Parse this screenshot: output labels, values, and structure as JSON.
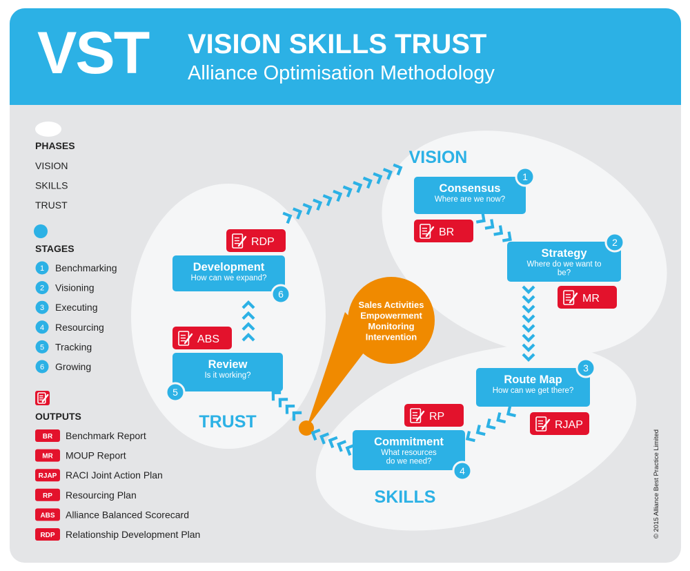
{
  "header": {
    "logo": "VST",
    "title": "VISION SKILLS TRUST",
    "subtitle": "Alliance Optimisation Methodology"
  },
  "legend": {
    "phases_heading": "PHASES",
    "phases": [
      "VISION",
      "SKILLS",
      "TRUST"
    ],
    "stages_heading": "STAGES",
    "stages": [
      {
        "num": "1",
        "label": "Benchmarking"
      },
      {
        "num": "2",
        "label": "Visioning"
      },
      {
        "num": "3",
        "label": "Executing"
      },
      {
        "num": "4",
        "label": "Resourcing"
      },
      {
        "num": "5",
        "label": "Tracking"
      },
      {
        "num": "6",
        "label": "Growing"
      }
    ],
    "outputs_heading": "OUTPUTS",
    "outputs": [
      {
        "code": "BR",
        "label": "Benchmark Report"
      },
      {
        "code": "MR",
        "label": "MOUP Report"
      },
      {
        "code": "RJAP",
        "label": "RACI Joint Action Plan"
      },
      {
        "code": "RP",
        "label": "Resourcing Plan"
      },
      {
        "code": "ABS",
        "label": "Alliance Balanced Scorecard"
      },
      {
        "code": "RDP",
        "label": "Relationship Development Plan"
      }
    ]
  },
  "diagram": {
    "phases": {
      "vision": "VISION",
      "skills": "SKILLS",
      "trust": "TRUST"
    },
    "stages": [
      {
        "num": "1",
        "title": "Consensus",
        "question": [
          "Where are we now?"
        ],
        "output": "BR"
      },
      {
        "num": "2",
        "title": "Strategy",
        "question": [
          "Where do we want to",
          "be?"
        ],
        "output": "MR"
      },
      {
        "num": "3",
        "title": "Route Map",
        "question": [
          "How can we get there?"
        ],
        "output": "RJAP"
      },
      {
        "num": "4",
        "title": "Commitment",
        "question": [
          "What resources",
          "do we need?"
        ],
        "output": "RP"
      },
      {
        "num": "5",
        "title": "Review",
        "question": [
          "Is it working?"
        ],
        "output": "ABS"
      },
      {
        "num": "6",
        "title": "Development",
        "question": [
          "How can we expand?"
        ],
        "output": "RDP"
      }
    ],
    "callout": [
      "Sales Activities",
      "Empowerment",
      "Monitoring",
      "Intervention"
    ]
  },
  "copyright": "© 2015 Alliance Best Practice Limited",
  "colors": {
    "blue": "#2cb1e5",
    "red": "#e3122c",
    "orange": "#f08a00",
    "panel": "#e4e5e7",
    "ellipse": "#f5f6f7"
  },
  "icons": {
    "stage_number": "circle-number-icon",
    "output": "document-edit-icon",
    "flow": "chevron-arrow-icon"
  }
}
